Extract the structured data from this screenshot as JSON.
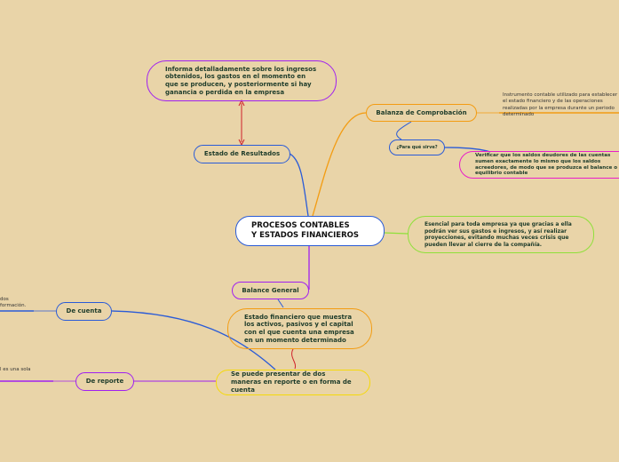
{
  "center": {
    "line1": "PROCESOS CONTABLES",
    "line2": "Y ESTADOS FINANCIEROS"
  },
  "nodes": {
    "informa": "Informa detalladamente sobre los ingresos obtenidos, los gastos en el momento en que se producen, y posteriormente si hay ganancia o perdida en la empresa",
    "estado_resultados": "Estado de Resultados",
    "balanza": "Balanza de Comprobación",
    "para_que": "¿Para qué sirve?",
    "verificar": "Verificar que los saldos deudores de las cuentas sumen exactamente lo mismo que los saldos acreedores, de modo que se produzca el balance o equilibrio contable",
    "instrumento": "Instrumento contable utilizado para establecer el estado financiero y de las operaciones realizadas por la empresa durante un periodo determinado",
    "esencial": "Esencial para toda empresa ya que gracias a ella podrán ver sus gastos e ingresos, y así realizar proyecciones, evitando muchas veces crisis que pueden llevar al cierre de la compañía.",
    "balance_general": "Balance General",
    "estado_financiero": "Estado financiero que muestra los activos, pasivos y el capital con el que cuenta una empresa en un momento determinado",
    "se_puede": "Se puede presentar de dos maneras en reporte o en forma de cuenta",
    "de_cuenta": "De cuenta",
    "de_cuenta_note": "dos\nformación.",
    "de_reporte": "De reporte",
    "de_reporte_note": "l es una sola"
  },
  "colors": {
    "background": "#e9d4a8",
    "blue": "#2a5bd7",
    "orange": "#f39c12",
    "purple": "#a020f0",
    "magenta": "#e91ec8",
    "green": "#8fe03a",
    "yellow": "#f5d90a",
    "red": "#d0202a"
  }
}
